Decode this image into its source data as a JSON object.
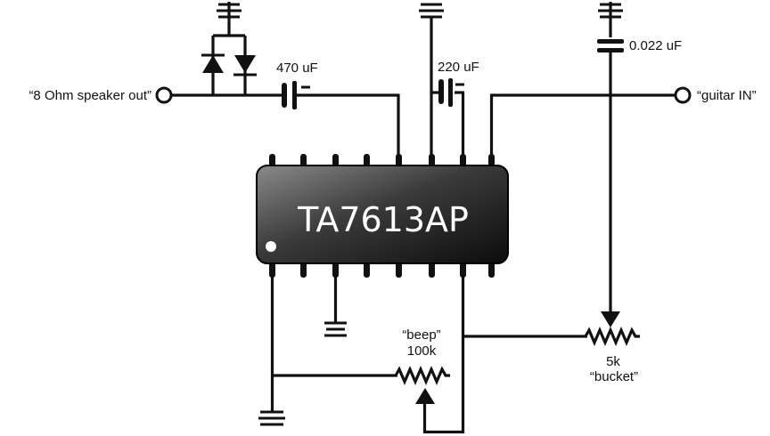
{
  "chip": {
    "part": "TA7613AP"
  },
  "terminals": {
    "speaker_out": "“8 Ohm speaker out”",
    "guitar_in": "“guitar IN”"
  },
  "capacitors": {
    "c1": "470 uF",
    "c2": "220 uF",
    "c3": "0.022 uF"
  },
  "pots": {
    "beep": {
      "name": "“beep”",
      "value": "100k"
    },
    "bucket": {
      "value": "5k",
      "name": "“bucket”"
    }
  },
  "polarity": {
    "minus": "-"
  }
}
